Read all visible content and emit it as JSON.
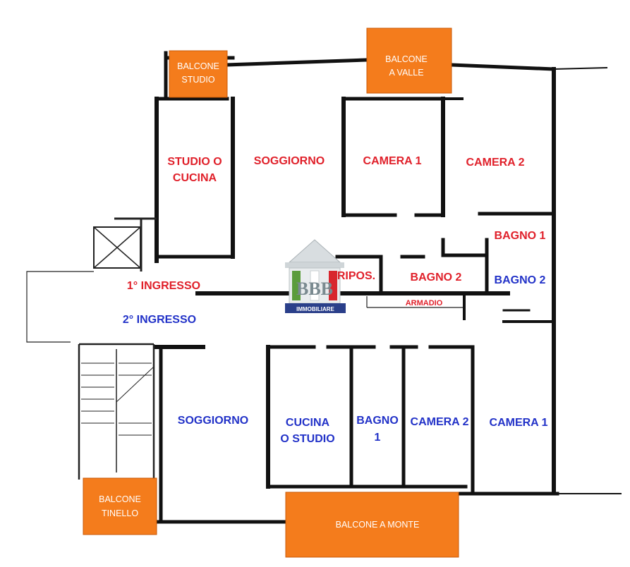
{
  "colors": {
    "balcony": "#f47c1c",
    "upper_labels": "#e0202a",
    "lower_labels": "#2232c8",
    "walls": "#111111"
  },
  "balconies": {
    "studio": [
      "BALCONE",
      "STUDIO"
    ],
    "valle": [
      "BALCONE",
      "A VALLE"
    ],
    "tinello": [
      "BALCONE",
      "TINELLO"
    ],
    "monte": "BALCONE A MONTE"
  },
  "upper_unit": {
    "studio_cucina": [
      "STUDIO O",
      "CUCINA"
    ],
    "soggiorno": "SOGGIORNO",
    "camera1": "CAMERA 1",
    "camera2": "CAMERA 2",
    "bagno1": "BAGNO 1",
    "ripos": "RIPOS.",
    "bagno2": "BAGNO 2",
    "armadio": "ARMADIO",
    "ingresso": "1° INGRESSO"
  },
  "lower_unit": {
    "ingresso": "2° INGRESSO",
    "bagno2": "BAGNO 2",
    "soggiorno": "SOGGIORNO",
    "cucina_studio": [
      "CUCINA",
      "O STUDIO"
    ],
    "bagno1": [
      "BAGNO",
      "1"
    ],
    "camera2": "CAMERA 2",
    "camera1": "CAMERA 1"
  },
  "logo": {
    "letters": "BBB",
    "banner": "IMMOBILIARE"
  }
}
